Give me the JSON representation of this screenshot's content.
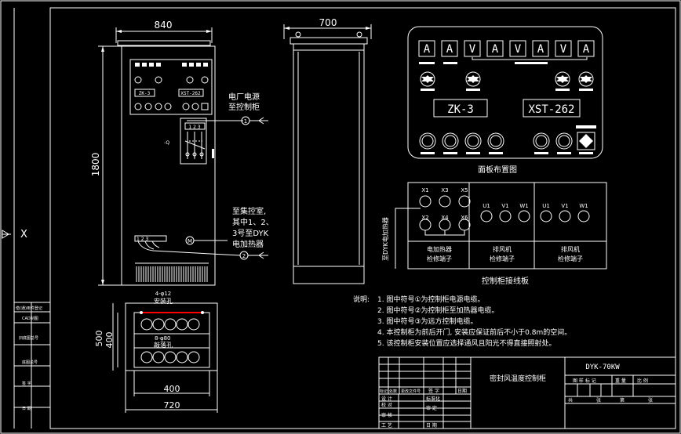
{
  "dims": {
    "front_width": "840",
    "side_width": "700",
    "height": "1800",
    "base_w1": "500",
    "base_w2": "400",
    "base_bottom_inner": "400",
    "base_bottom_outer": "720"
  },
  "front": {
    "panel_labels": [
      "ZK-3",
      "XST-262"
    ],
    "breaker_label": "-Q",
    "terminal_label": "1 2 3",
    "side_note_1": "电厂电源",
    "side_note_2": "至控制柜",
    "side_note_3": "至集控室,",
    "side_note_4": "其中1、2、",
    "side_note_5": "3号至DYK",
    "side_note_6": "电加热器",
    "circle1": "1",
    "circle2": "2",
    "circle_m": "M"
  },
  "base": {
    "hole_label_1": "4-φ12",
    "hole_label_2": "安装孔",
    "slot_label_1": "8-φ80",
    "slot_label_2": "敲落孔"
  },
  "panel": {
    "meters": [
      "A",
      "A",
      "V",
      "A",
      "V",
      "A",
      "V",
      "A"
    ],
    "display_left": "ZK-3",
    "display_right": "XST-262",
    "caption": "面板布置图"
  },
  "terminal_board": {
    "top_labels": [
      "X1",
      "X3",
      "X5"
    ],
    "bottom_labels": [
      "X2",
      "X4",
      "X6"
    ],
    "u_group_1": [
      "U1",
      "V1",
      "W1"
    ],
    "u_group_2": [
      "U1",
      "V1",
      "W1"
    ],
    "side_label": "至DYK电加热器",
    "col1_1": "电加热器",
    "col1_2": "检修端子",
    "col2_1": "排风机",
    "col2_2": "检修端子",
    "col3_1": "排风机",
    "col3_2": "检修端子",
    "caption": "控制柜接线板"
  },
  "notes": {
    "heading": "说明:",
    "items": [
      "1. 图中符号①为控制柜电源电缆。",
      "2. 图中符号②为控制柜至加热器电缆。",
      "3. 图中符号③为远方控制电缆。",
      "4. 本控制柜为前后开门, 安装应保证前后不小于0.8m的空间。",
      "5. 该控制柜安装位置应选择通风且阳光不得直接照射处。"
    ]
  },
  "title_block": {
    "code": "DYK-70KW",
    "title": "密封风温度控制柜",
    "r1": [
      "图 样 标 记",
      "重 量",
      "比 例"
    ],
    "r2": [
      "共",
      "张",
      "第",
      "张"
    ],
    "left_rows": [
      "标记",
      "处数",
      "更改文件号",
      "签 字",
      "日期"
    ],
    "sign_rows": [
      "设 计",
      "校 对",
      "审 核",
      "工 艺"
    ],
    "sign_cols": [
      "标准化",
      "审 定",
      "日 期"
    ]
  },
  "left_strip": {
    "labels": [
      "借(通)用件登记",
      "CAD制图",
      "旧底图总号",
      "底图总号",
      "签 字",
      "日 期"
    ],
    "x_mark": "X"
  }
}
